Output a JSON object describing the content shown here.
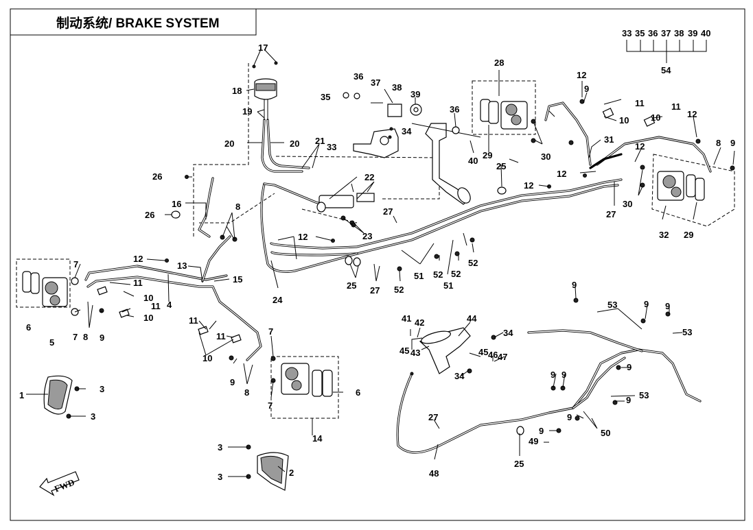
{
  "title": "制动系统/ BRAKE SYSTEM",
  "fwd_label": "FWD",
  "legend": {
    "items": [
      "33",
      "35",
      "36",
      "37",
      "38",
      "39",
      "40"
    ],
    "total": "54"
  },
  "part_labels": [
    "1",
    "2",
    "3",
    "4",
    "5",
    "6",
    "7",
    "8",
    "9",
    "10",
    "11",
    "12",
    "13",
    "14",
    "15",
    "16",
    "17",
    "18",
    "19",
    "20",
    "21",
    "22",
    "23",
    "24",
    "25",
    "26",
    "27",
    "28",
    "29",
    "30",
    "31",
    "32",
    "33",
    "34",
    "35",
    "36",
    "37",
    "38",
    "39",
    "40",
    "41",
    "42",
    "43",
    "44",
    "45",
    "46",
    "47",
    "48",
    "49",
    "50",
    "51",
    "52",
    "53"
  ]
}
